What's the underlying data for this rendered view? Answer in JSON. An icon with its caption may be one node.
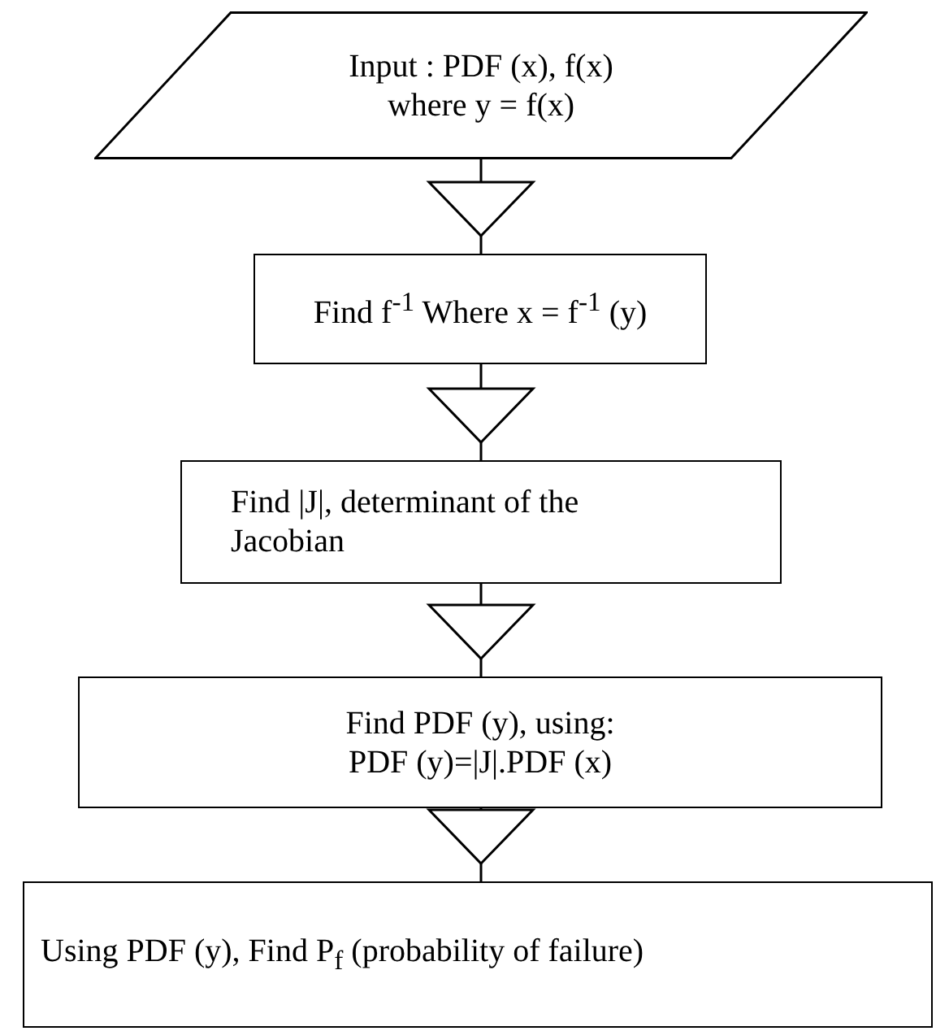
{
  "diagram": {
    "nodes": [
      {
        "text": [
          "Input : PDF (x), f(x) where y = f(x)"
        ]
      },
      {
        "text": [
          "Find f$^{-1}$ Where x = f$^{-1}$ (y)"
        ]
      },
      {
        "text": [
          "Find |J|, determinant of the Jacobian"
        ]
      },
      {
        "text": [
          "Find PDF (y), using: PDF (y)=|J|.PDF (x)"
        ]
      },
      {
        "text": [
          "Using PDF (y), Find P$_{f}$ (probability of failure)"
        ]
      }
    ],
    "edges": [
      {
        "from": 0,
        "to": 1,
        "arrow": "to"
      },
      {
        "from": 1,
        "to": 2,
        "arrow": "to"
      },
      {
        "from": 2,
        "to": 3,
        "arrow": "to"
      },
      {
        "from": 3,
        "to": 4,
        "arrow": "to"
      }
    ]
  }
}
